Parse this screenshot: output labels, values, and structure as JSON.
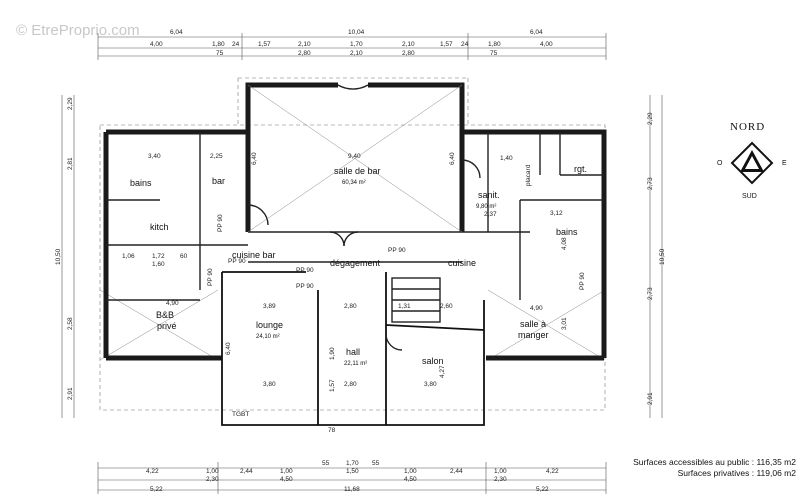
{
  "watermark": "© EtreProprio.com",
  "compass": {
    "north": "NORD",
    "south": "SUD",
    "west": "O",
    "east": "E"
  },
  "summary": {
    "public": "Surfaces accessibles au public : 116,35 m2",
    "private": "Surfaces privatives : 119,06 m2"
  },
  "rooms": {
    "salle_de_bar": "salle de bar",
    "salle_de_bar_area": "60,34 m²",
    "bains_left": "bains",
    "kitch": "kitch",
    "bar": "bar",
    "cuisine_bar": "cuisine bar",
    "bb_prive_1": "B&B",
    "bb_prive_2": "privé",
    "lounge": "lounge",
    "lounge_area": "24,10 m²",
    "hall": "hall",
    "hall_area": "22,11 m²",
    "degagement": "dégagement",
    "cuisine": "cuisine",
    "salon": "salon",
    "salle_a_manger_1": "salle à",
    "salle_a_manger_2": "manger",
    "bains_right": "bains",
    "sanit": "sanit.",
    "sanit_area": "9,80 m²",
    "rgt": "rgt.",
    "placard": "placard",
    "tgbt": "TGBT"
  },
  "dims": {
    "top1": "6,04",
    "top2": "10,04",
    "top3": "6,04",
    "t_400a": "4,00",
    "t_180": "1,80",
    "t_75": "75",
    "t_24a": "24",
    "t_157a": "1,57",
    "t_210a": "2,10",
    "t_280a": "2,80",
    "t_170": "1,70",
    "t_210b": "2,10",
    "t_210c": "2,10",
    "t_280b": "2,80",
    "t_157b": "1,57",
    "t_24b": "24",
    "t_180b": "1,80",
    "t_75b": "75",
    "t_400b": "4,00",
    "b_422a": "4,22",
    "b_100a": "1,00",
    "b_230a": "2,30",
    "b_244a": "2,44",
    "b_100b": "1,00",
    "b_450a": "4,50",
    "b_55a": "55",
    "b_170": "1,70",
    "b_55b": "55",
    "b_150": "1,50",
    "b_100c": "1,00",
    "b_450b": "4,50",
    "b_244b": "2,44",
    "b_100d": "1,00",
    "b_230b": "2,30",
    "b_422b": "4,22",
    "b_522a": "5,22",
    "b_1168": "11,68",
    "b_522b": "5,22",
    "l_1050": "10,50",
    "l_281": "2,81",
    "l_229": "2,29",
    "l_258": "2,58",
    "l_291": "2,91",
    "r_1050": "10,50",
    "r_273a": "2,73",
    "r_273b": "2,73",
    "r_229": "2,29",
    "r_291": "2,91",
    "i_340": "3,40",
    "i_225": "2,25",
    "i_940": "9,40",
    "i_640a": "6,40",
    "i_640b": "6,40",
    "i_490a": "4,90",
    "i_490b": "4,90",
    "i_389": "3,89",
    "i_280a": "2,80",
    "i_280b": "2,80",
    "i_380a": "3,80",
    "i_380b": "3,80",
    "i_640c": "6,40",
    "i_427": "4,27",
    "i_301": "3,01",
    "i_312": "3,12",
    "i_408": "4,08",
    "i_106": "1,06",
    "i_172": "1,72",
    "i_160": "1,60",
    "i_60": "60",
    "i_131": "1,31",
    "i_260": "2,60",
    "i_237": "2,37",
    "i_140": "1,40",
    "i_190": "1,90",
    "i_157": "1,57",
    "i_78": "78",
    "pp90a": "PP 90",
    "pp90b": "PP 90",
    "pp90c": "PP 90",
    "pp90d": "PP 90",
    "pp90e": "PP 90",
    "pp90f": "PP 90",
    "pp90g": "PP 90"
  }
}
